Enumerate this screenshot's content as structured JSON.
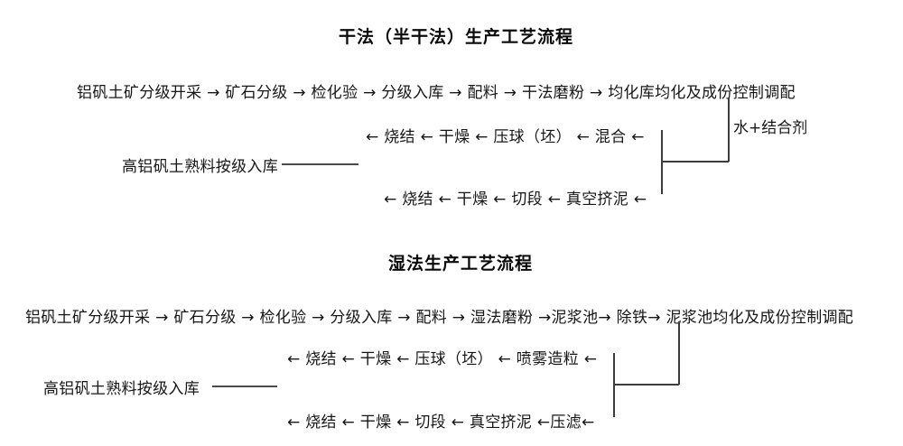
{
  "page": {
    "background_color": "#ffffff",
    "text_color": "#161616",
    "line_color": "#3d3d3d"
  },
  "dry_section": {
    "title": "干法（半干法）生产工艺流程",
    "main_flow": "铝矾土矿分级开采 → 矿石分级 → 检化验 → 分级入库 → 配料 → 干法磨粉 → 均化库均化及成份控制调配",
    "additive_label": "水+结合剂",
    "press_branch": "← 烧结 ← 干燥 ← 压球（坯） ← 混合 ←",
    "storage_label": "高铝矾土熟料按级入库",
    "extrude_branch": "← 烧结 ← 干燥 ← 切段 ← 真空挤泥 ←"
  },
  "wet_section": {
    "title": "湿法生产工艺流程",
    "main_flow": "铝矾土矿分级开采 → 矿石分级 → 检化验 → 分级入库 → 配料 → 湿法磨粉 →泥浆池→ 除铁→ 泥浆池均化及成份控制调配",
    "spray_branch": "← 烧结 ← 干燥 ← 压球（坯） ← 喷雾造粒 ←",
    "storage_label": "高铝矾土熟料按级入库",
    "extrude_branch": "← 烧结 ← 干燥 ← 切段 ← 真空挤泥 ←压滤←"
  }
}
